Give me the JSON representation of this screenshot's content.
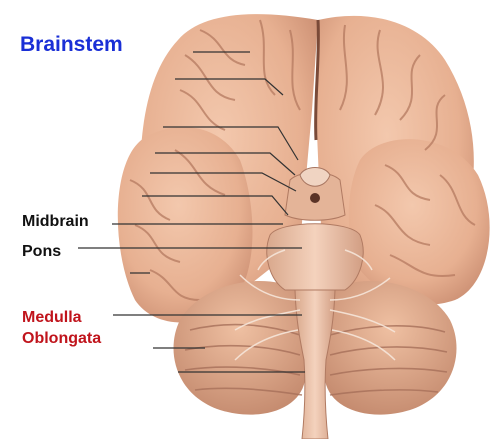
{
  "title": "Brainstem",
  "labels": {
    "midbrain": "Midbrain",
    "pons": "Pons",
    "medulla_line1": "Medulla",
    "medulla_line2": "Oblongata"
  },
  "colors": {
    "title": "#1a2fd6",
    "label": "#111111",
    "highlight": "#c0141c",
    "tissue": "#e9b596",
    "tissue_shadow": "#c98f74"
  }
}
